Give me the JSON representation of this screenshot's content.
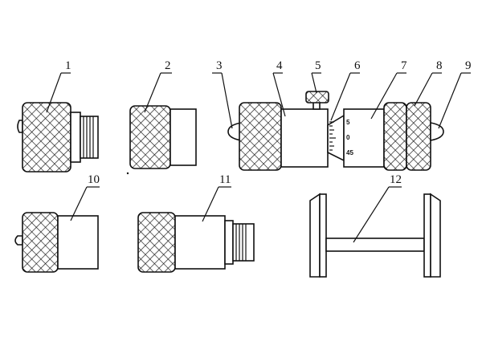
{
  "labels": {
    "p1": "1",
    "p2": "2",
    "p3": "3",
    "p4": "4",
    "p5": "5",
    "p6": "6",
    "p7": "7",
    "p8": "8",
    "p9": "9",
    "p10": "10",
    "p11": "11",
    "p12": "12"
  },
  "scale": {
    "top": "5",
    "mid": "0",
    "bottom": "45"
  }
}
